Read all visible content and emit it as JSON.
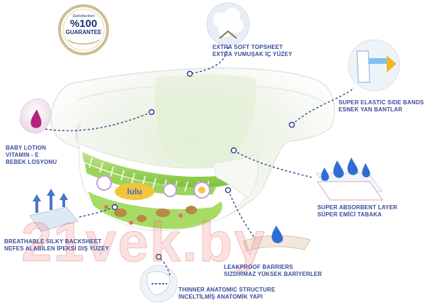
{
  "badge": {
    "line1": "Satisfaction",
    "line2": "%100",
    "line3": "GUARANTEE"
  },
  "brand_logo": "lulu",
  "watermark": "21vek.by",
  "callouts": [
    {
      "id": "topsheet",
      "en": "EXTRA SOFT TOPSHEET",
      "tr": "EXTRA YUMUŞAK İÇ YÜZEY"
    },
    {
      "id": "side-bands",
      "en": "SUPER ELASTIC SIDE BANDS",
      "tr": "ESNEK YAN BANTLAR"
    },
    {
      "id": "lotion",
      "en": "BABY LOTION",
      "mid": "VITAMIN - E",
      "tr": "BEBEK LOSYONU"
    },
    {
      "id": "absorbent",
      "en": "SUPER ABSORBENT LAYER",
      "tr": "SÜPER EMİCİ TABAKA"
    },
    {
      "id": "backsheet",
      "en": "BREATHABLE SILKY BACKSHEET",
      "tr": "NEFES ALABİLEN İPEKSİ DIŞ YÜZEY"
    },
    {
      "id": "barriers",
      "en": "LEAKPROOF BARRIERS",
      "tr": "SIZDIRMAZ YÜKSEK BARİYERLER"
    },
    {
      "id": "anatomic",
      "en": "THINNER ANATOMIC STRUCTURE",
      "tr": "İNCELTİLMİŞ ANATOMİK YAPI"
    }
  ],
  "colors": {
    "label": "#3a4a9a",
    "badge_ring": "#b9a77a",
    "badge_text": "#1f2f78",
    "diaper_green": "#8ccc4a",
    "accent_pink": "#c0278a",
    "accent_blue": "#3a6fcf"
  }
}
